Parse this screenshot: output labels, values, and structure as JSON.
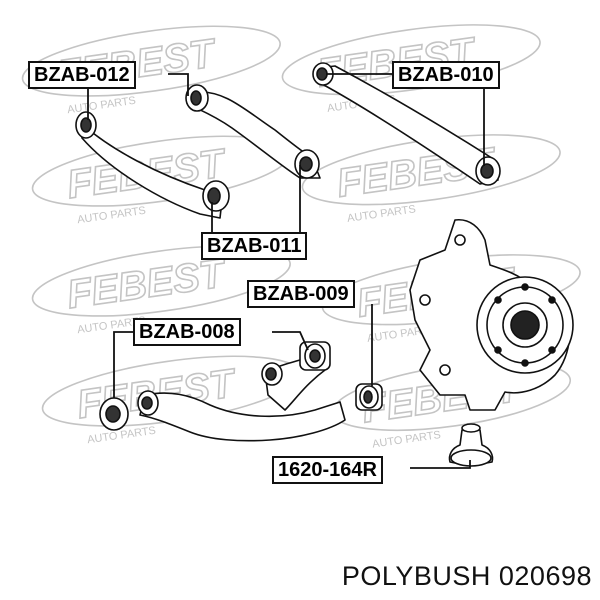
{
  "watermark": {
    "brand": "FEBEST",
    "subtext": "AUTO PARTS"
  },
  "parts": {
    "bzab_012": "BZAB-012",
    "bzab_010": "BZAB-010",
    "bzab_011": "BZAB-011",
    "bzab_009": "BZAB-009",
    "bzab_008": "BZAB-008",
    "p1620_164r": "1620-164R"
  },
  "caption": {
    "brand": "POLYBUSH",
    "part_number": "020698"
  },
  "colors": {
    "line": "#111111",
    "watermark": "#c8c8c8",
    "background": "#ffffff"
  }
}
